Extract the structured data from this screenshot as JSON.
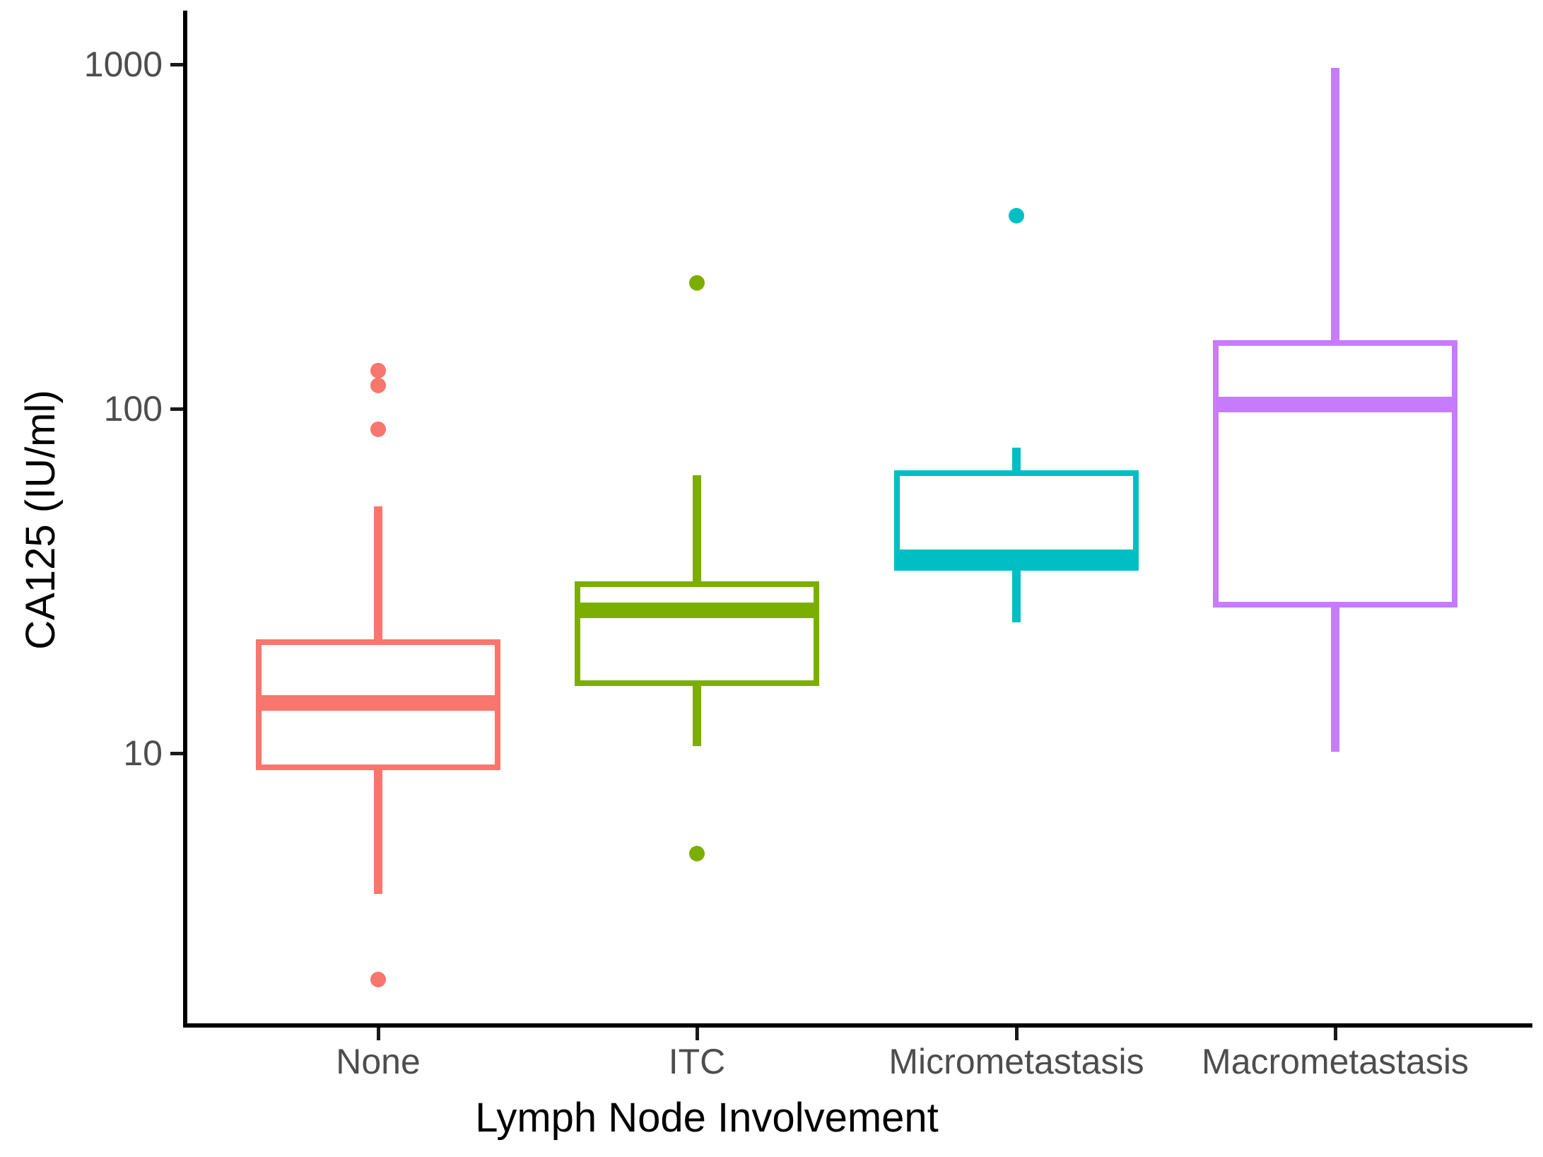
{
  "chart_data": {
    "type": "boxplot",
    "title": "",
    "xlabel": "Lymph Node Involvement",
    "ylabel": "CA125 (IU/ml)",
    "y_scale": "log10",
    "ylim": [
      1.8,
      1300
    ],
    "grid": "off",
    "legend": "none",
    "axis_color": "#000000",
    "tick_label_color": "#4d4d4d",
    "y_ticks": [
      {
        "value": 10,
        "label": "10"
      },
      {
        "value": 100,
        "label": "100"
      },
      {
        "value": 1000,
        "label": "1000"
      }
    ],
    "categories": [
      "None",
      "ITC",
      "Micrometastasis",
      "Macrometastasis"
    ],
    "series": [
      {
        "label": "None",
        "color": "#F8766D",
        "whisker_low": 3.9,
        "q1": 9.1,
        "median": 14,
        "q3": 21,
        "whisker_high": 52,
        "outliers": [
          129,
          117,
          87,
          2.2
        ]
      },
      {
        "label": "ITC",
        "color": "#7CAE00",
        "whisker_low": 10.5,
        "q1": 16,
        "median": 26,
        "q3": 31,
        "whisker_high": 64,
        "outliers": [
          232,
          5.1
        ]
      },
      {
        "label": "Micrometastasis",
        "color": "#00BFC4",
        "whisker_low": 24,
        "q1": 34.5,
        "median": 37,
        "q3": 65,
        "whisker_high": 77,
        "outliers": [
          364
        ]
      },
      {
        "label": "Macrometastasis",
        "color": "#C77CFF",
        "whisker_low": 10.1,
        "q1": 27,
        "median": 103,
        "q3": 155,
        "whisker_high": 975,
        "outliers": []
      }
    ]
  }
}
